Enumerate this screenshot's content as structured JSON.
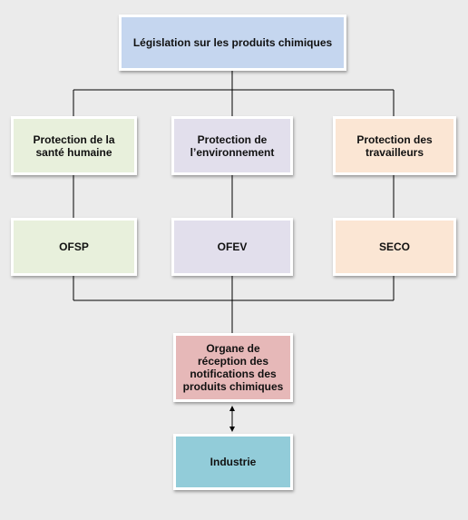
{
  "nodes": {
    "legislation": {
      "label": "Législation sur les produits chimiques",
      "color": "#c5d6ef"
    },
    "health": {
      "label": "Protection de la\nsanté humaine",
      "color": "#e8f0dc"
    },
    "environment": {
      "label": "Protection de\nl’environnement",
      "color": "#e2dfec"
    },
    "workers": {
      "label": "Protection des\ntravailleurs",
      "color": "#fbe6d4"
    },
    "ofsp": {
      "label": "OFSP",
      "color": "#e8f0dc"
    },
    "ofev": {
      "label": "OFEV",
      "color": "#e2dfec"
    },
    "seco": {
      "label": "SECO",
      "color": "#fbe6d4"
    },
    "notification": {
      "label": "Organe de\nréception des\nnotifications des\nproduits chimiques",
      "color": "#e6b8b8"
    },
    "industry": {
      "label": "Industrie",
      "color": "#92ccd9"
    }
  },
  "colors": {
    "line": "#000000",
    "background": "#ebebeb"
  }
}
